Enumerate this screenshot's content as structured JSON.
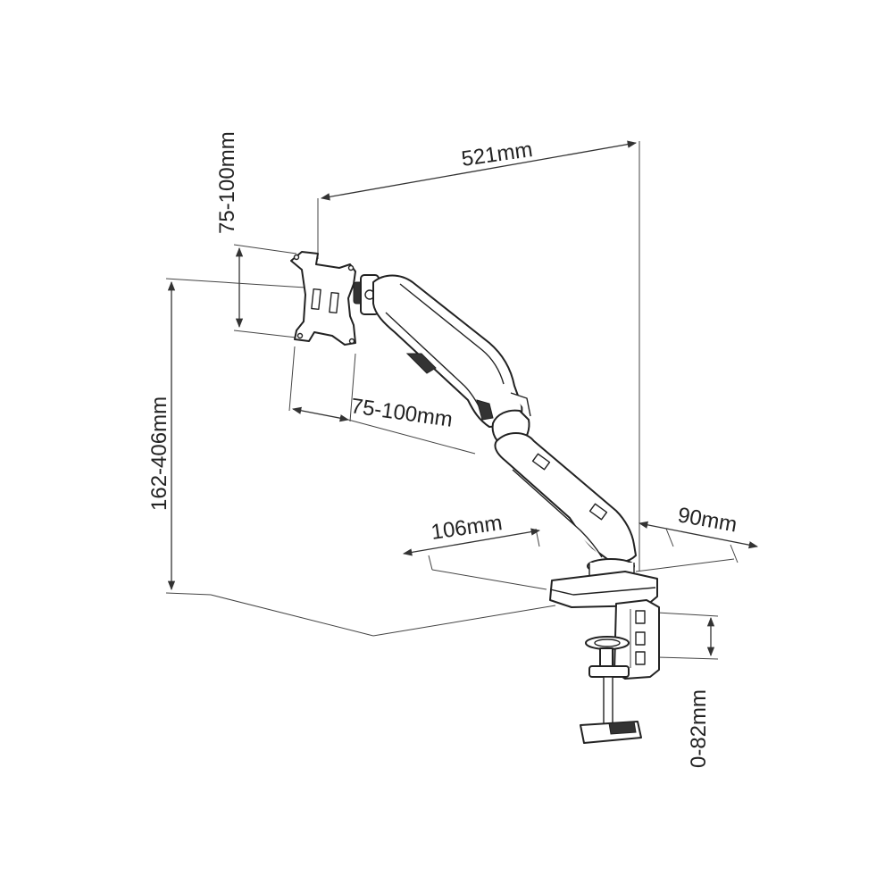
{
  "dimensions": {
    "arm_reach": "521mm",
    "vesa_vertical": "75-100mm",
    "vesa_horizontal": "75-100mm",
    "height_range": "162-406mm",
    "base_depth": "106mm",
    "base_width": "90mm",
    "clamp_range": "0-82mm"
  },
  "colors": {
    "line": "#333333",
    "background": "#ffffff"
  }
}
